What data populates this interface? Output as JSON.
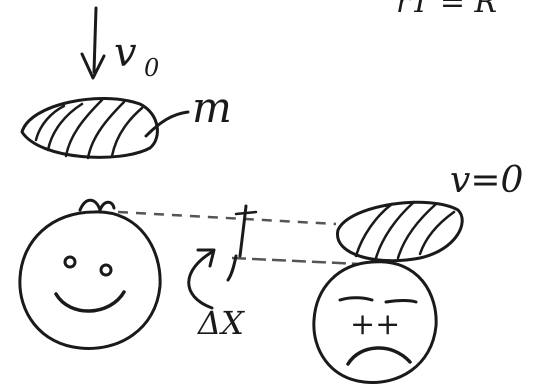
{
  "labels": {
    "initial_velocity": "v",
    "initial_velocity_subscript": "0",
    "mass": "m",
    "final_velocity": "v=0",
    "displacement": "ΔX",
    "top_fragment": "rT = R",
    "sad_face_marks": "++"
  },
  "colors": {
    "ink": "#1a1a1a",
    "paper": "#ffffff",
    "dashed": "#555555"
  },
  "icons": {
    "happy_face": "smiley-face-icon",
    "sad_face": "frowning-face-icon",
    "falling_object": "striped-blob-icon",
    "arrow_down": "arrow-down-icon",
    "curved_arrow": "curved-arrow-icon"
  }
}
